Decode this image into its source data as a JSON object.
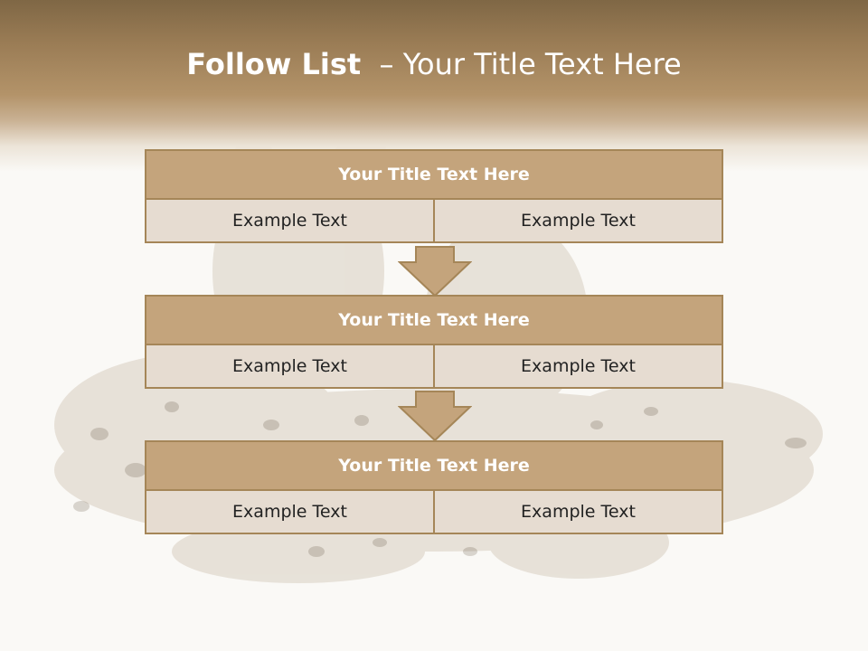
{
  "slide": {
    "title_bold": "Follow List",
    "title_rest": "  – Your Title Text Here"
  },
  "background": {
    "image": "lynx-photo"
  },
  "colors": {
    "title_fill": "#c4a47c",
    "cell_fill": "#e6dcd1",
    "border": "#a58658",
    "header_top": "#7f6745"
  },
  "steps": [
    {
      "title": "Your Title Text Here",
      "left": "Example Text",
      "right": "Example Text"
    },
    {
      "title": "Your Title Text Here",
      "left": "Example Text",
      "right": "Example Text"
    },
    {
      "title": "Your Title Text Here",
      "left": "Example Text",
      "right": "Example Text"
    }
  ]
}
